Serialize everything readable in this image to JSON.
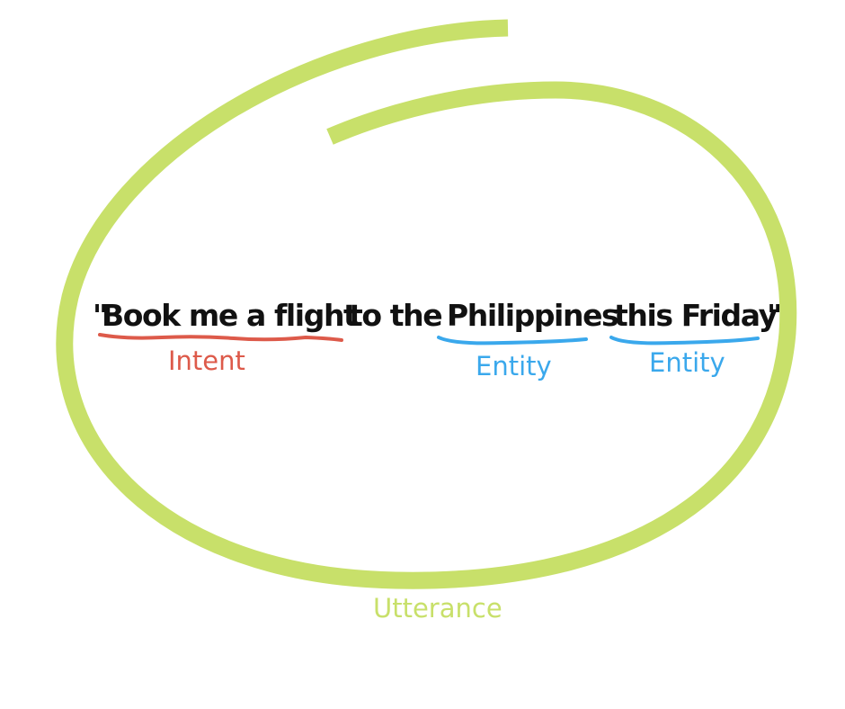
{
  "sentence": {
    "open_quote": "\"",
    "intent_phrase": "Book me a flight",
    "connector": "to the",
    "entity1": "Philippines",
    "entity2": "this Friday",
    "close_quote": "\""
  },
  "labels": {
    "intent": "Intent",
    "entity1": "Entity",
    "entity2": "Entity",
    "utterance": "Utterance"
  },
  "colors": {
    "loop": "#c8e06a",
    "intent": "#dd5a4a",
    "entity": "#3aa8ec",
    "text": "#111111",
    "utterance": "#c8e06a"
  }
}
